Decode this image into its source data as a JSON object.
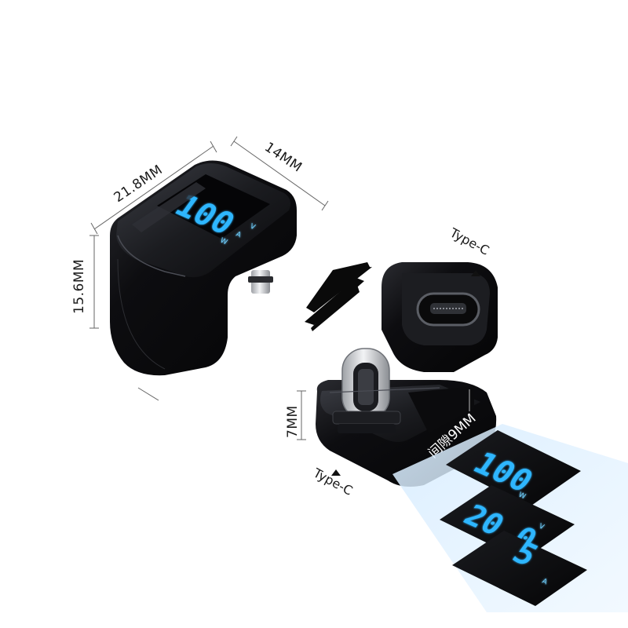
{
  "dimensions": {
    "depth": "21.8MM",
    "width": "14MM",
    "height": "15.6MM",
    "plug_height": "7MM"
  },
  "labels": {
    "type_c_top": "Type-C",
    "type_c_bottom": "Type-C",
    "gap": "间隙9MM"
  },
  "display": {
    "reading": "100",
    "unit_w": "W",
    "unit_v": "V",
    "unit_a": "A",
    "panel_1_value": "100",
    "panel_1_unit": "W",
    "panel_2_value": "20.0",
    "panel_2_unit": "V",
    "panel_3_value": "5",
    "panel_3_unit": "A"
  },
  "colors": {
    "body": "#0b0b0d",
    "highlight": "#3a3c42",
    "led": "#2fb6ff",
    "metal": "#d8dadd",
    "beam": "#bfe3ff"
  }
}
